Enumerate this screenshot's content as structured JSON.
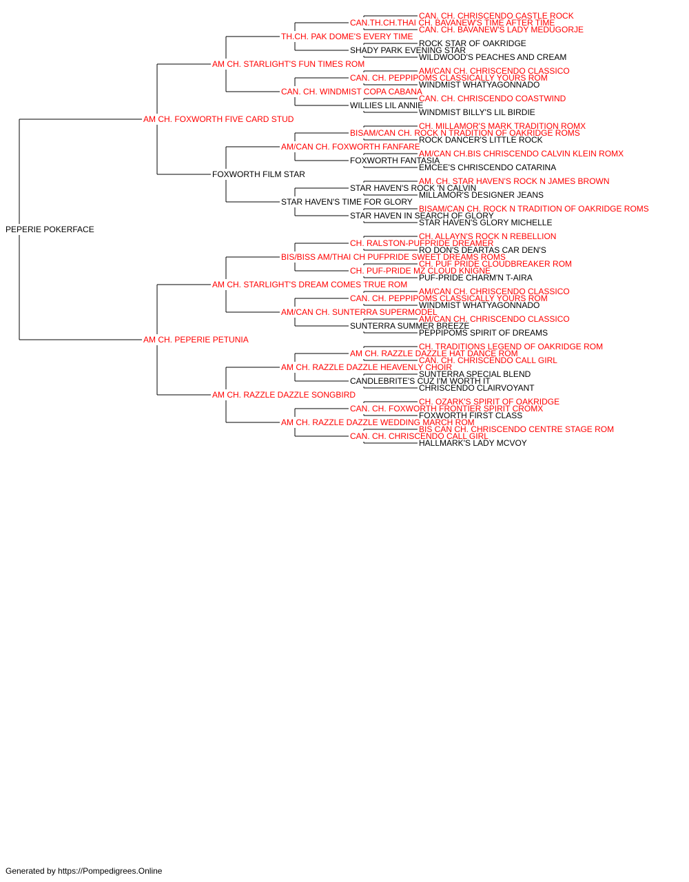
{
  "colors": {
    "champion": "#ff0000",
    "regular": "#000000",
    "line": "#000000"
  },
  "footer": "Generated by https://Pompedigrees.Online",
  "pedigree": {
    "name": "PEPERIE POKERFACE",
    "champion": false,
    "sire": {
      "name": "AM CH. FOXWORTH FIVE CARD STUD",
      "champion": true,
      "sire": {
        "name": "AM CH. STARLIGHT'S FUN TIMES ROM",
        "champion": true,
        "sire": {
          "name": "TH.CH. PAK DOME'S EVERY TIME",
          "champion": true,
          "sire": {
            "name": "CAN.TH.CH.THAI CH. BAVANEW'S TIME AFTER TIME",
            "champion": true,
            "sire": {
              "name": "CAN. CH. CHRISCENDO CASTLE ROCK",
              "champion": true
            },
            "dam": {
              "name": "CAN. CH. BAVANEW'S LADY MEDUGORJE",
              "champion": true
            }
          },
          "dam": {
            "name": "SHADY PARK EVENING STAR",
            "champion": false,
            "sire": {
              "name": "ROCK STAR OF OAKRIDGE",
              "champion": false
            },
            "dam": {
              "name": "WILDWOOD'S PEACHES AND CREAM",
              "champion": false
            }
          }
        },
        "dam": {
          "name": "CAN. CH. WINDMIST COPA CABANA",
          "champion": true,
          "sire": {
            "name": "CAN. CH. PEPPIPOMS CLASSICALLY YOURS ROM",
            "champion": true,
            "sire": {
              "name": "AM/CAN CH. CHRISCENDO CLASSICO",
              "champion": true
            },
            "dam": {
              "name": "WINDMIST WHATYAGONNADO",
              "champion": false
            }
          },
          "dam": {
            "name": "WILLIES LIL ANNIE",
            "champion": false,
            "sire": {
              "name": "CAN. CH. CHRISCENDO COASTWIND",
              "champion": true
            },
            "dam": {
              "name": "WINDMIST BILLY'S LIL BIRDIE",
              "champion": false
            }
          }
        }
      },
      "dam": {
        "name": "FOXWORTH FILM STAR",
        "champion": false,
        "sire": {
          "name": "AM/CAN CH. FOXWORTH FANFARE",
          "champion": true,
          "sire": {
            "name": "BISAM/CAN CH. ROCK N TRADITION OF OAKRIDGE ROMS",
            "champion": true,
            "sire": {
              "name": "CH. MILLAMOR'S MARK TRADITION ROMX",
              "champion": true
            },
            "dam": {
              "name": "ROCK DANCER'S LITTLE ROCK",
              "champion": false
            }
          },
          "dam": {
            "name": "FOXWORTH FANTASIA",
            "champion": false,
            "sire": {
              "name": "AM/CAN CH.BIS CHRISCENDO CALVIN KLEIN ROMX",
              "champion": true
            },
            "dam": {
              "name": "EMCEE'S CHRISCENDO CATARINA",
              "champion": false
            }
          }
        },
        "dam": {
          "name": "STAR HAVEN'S TIME FOR GLORY",
          "champion": false,
          "sire": {
            "name": "STAR HAVEN'S ROCK 'N CALVIN",
            "champion": false,
            "sire": {
              "name": "AM. CH. STAR HAVEN'S ROCK N JAMES BROWN",
              "champion": true
            },
            "dam": {
              "name": "MILLAMOR'S DESIGNER JEANS",
              "champion": false
            }
          },
          "dam": {
            "name": "STAR HAVEN IN SEARCH OF GLORY",
            "champion": false,
            "sire": {
              "name": "BISAM/CAN CH. ROCK N TRADITION OF OAKRIDGE ROMS",
              "champion": true
            },
            "dam": {
              "name": "STAR HAVEN'S GLORY MICHELLE",
              "champion": false
            }
          }
        }
      }
    },
    "dam": {
      "name": "AM CH. PEPERIE PETUNIA",
      "champion": true,
      "sire": {
        "name": "AM CH. STARLIGHT'S DREAM COMES TRUE ROM",
        "champion": true,
        "sire": {
          "name": "BIS/BISS AM/THAI CH PUFPRIDE SWEET DREAMS ROMS",
          "champion": true,
          "sire": {
            "name": "CH. RALSTON-PUFPRIDE DREAMER",
            "champion": true,
            "sire": {
              "name": "CH. ALLAYN'S ROCK N REBELLION",
              "champion": true
            },
            "dam": {
              "name": "RO DON'S DEARTAS CAR DEN'S",
              "champion": false
            }
          },
          "dam": {
            "name": "CH. PUF-PRIDE MZ CLOUD KNIGNE",
            "champion": true,
            "sire": {
              "name": "CH. PUF PRIDE CLOUDBREAKER ROM",
              "champion": true
            },
            "dam": {
              "name": "PUF-PRIDE CHARM'N T-AIRA",
              "champion": false
            }
          }
        },
        "dam": {
          "name": "AM/CAN CH. SUNTERRA SUPERMODEL",
          "champion": true,
          "sire": {
            "name": "CAN. CH. PEPPIPOMS CLASSICALLY YOURS ROM",
            "champion": true,
            "sire": {
              "name": "AM/CAN CH. CHRISCENDO CLASSICO",
              "champion": true
            },
            "dam": {
              "name": "WINDMIST WHATYAGONNADO",
              "champion": false
            }
          },
          "dam": {
            "name": "SUNTERRA SUMMER BREEZE",
            "champion": false,
            "sire": {
              "name": "AM/CAN CH. CHRISCENDO CLASSICO",
              "champion": true
            },
            "dam": {
              "name": "PEPPIPOMS SPIRIT OF DREAMS",
              "champion": false
            }
          }
        }
      },
      "dam": {
        "name": "AM CH. RAZZLE DAZZLE SONGBIRD",
        "champion": true,
        "sire": {
          "name": "AM CH. RAZZLE DAZZLE HEAVENLY CHOIR",
          "champion": true,
          "sire": {
            "name": "AM CH. RAZZLE DAZZLE HAT DANCE ROM",
            "champion": true,
            "sire": {
              "name": "CH. TRADITIONS LEGEND OF OAKRIDGE ROM",
              "champion": true
            },
            "dam": {
              "name": "CAN. CH. CHRISCENDO CALL GIRL",
              "champion": true
            }
          },
          "dam": {
            "name": "CANDLEBRITE'S CUZ I'M WORTH IT",
            "champion": false,
            "sire": {
              "name": "SUNTERRA SPECIAL BLEND",
              "champion": false
            },
            "dam": {
              "name": "CHRISCENDO CLAIRVOYANT",
              "champion": false
            }
          }
        },
        "dam": {
          "name": "AM CH. RAZZLE DAZZLE WEDDING MARCH ROM",
          "champion": true,
          "sire": {
            "name": "CAN. CH. FOXWORTH FRONTIER SPIRIT CROMX",
            "champion": true,
            "sire": {
              "name": "CH. OZARK'S SPIRIT OF OAKRIDGE",
              "champion": true
            },
            "dam": {
              "name": "FOXWORTH FIRST CLASS",
              "champion": false
            }
          },
          "dam": {
            "name": "CAN. CH. CHRISCENDO CALL GIRL",
            "champion": true,
            "sire": {
              "name": "BIS CAN CH. CHRISCENDO CENTRE STAGE ROM",
              "champion": true
            },
            "dam": {
              "name": "HALLMARK'S LADY MCVOY",
              "champion": false
            }
          }
        }
      }
    }
  }
}
